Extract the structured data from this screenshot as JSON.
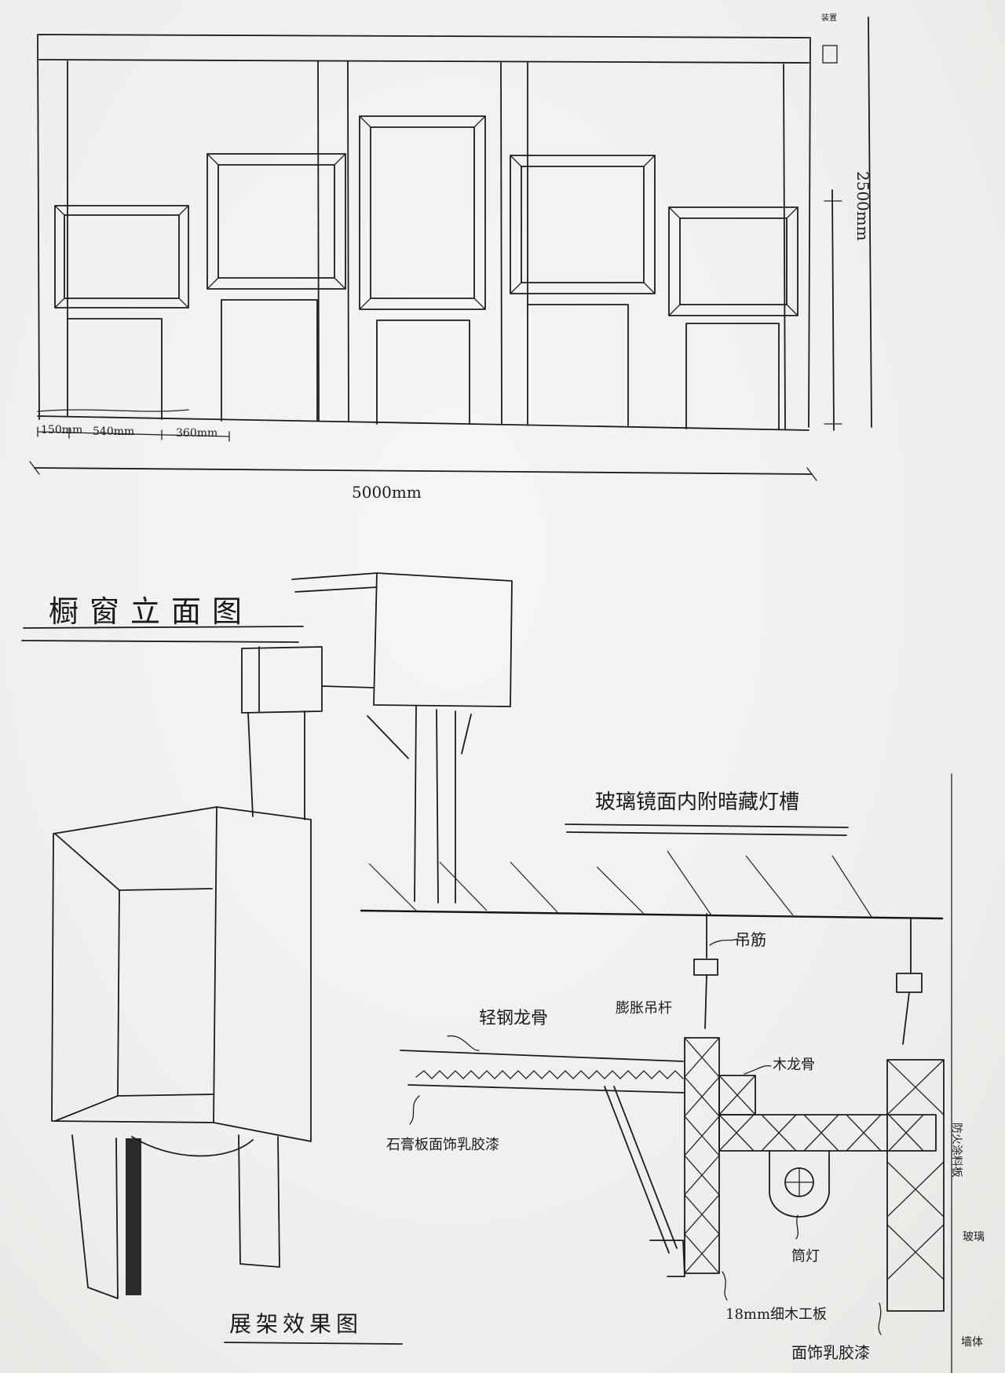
{
  "elevation": {
    "width_label": "5000mm",
    "height_label": "2500mm",
    "bottom_dims": [
      "150mm",
      "540mm",
      "360mm"
    ],
    "corner_mark": "装置"
  },
  "titles": {
    "elevation_title": "橱窗立面图",
    "display_stand_title": "展架效果图",
    "section_title": "玻璃镜面内附暗藏灯槽"
  },
  "section_labels": {
    "hanger": "吊筋",
    "expansion_bolt": "膨胀吊杆",
    "light_steel_keel": "轻钢龙骨",
    "gypsum_board": "石膏板面饰乳胶漆",
    "wood_keel": "木龙骨",
    "fireproof_board": "防火涂料板",
    "downlight": "筒灯",
    "plywood": "18mm细木工板",
    "latex_paint": "面饰乳胶漆",
    "wall": "墙体",
    "glass": "玻璃"
  }
}
